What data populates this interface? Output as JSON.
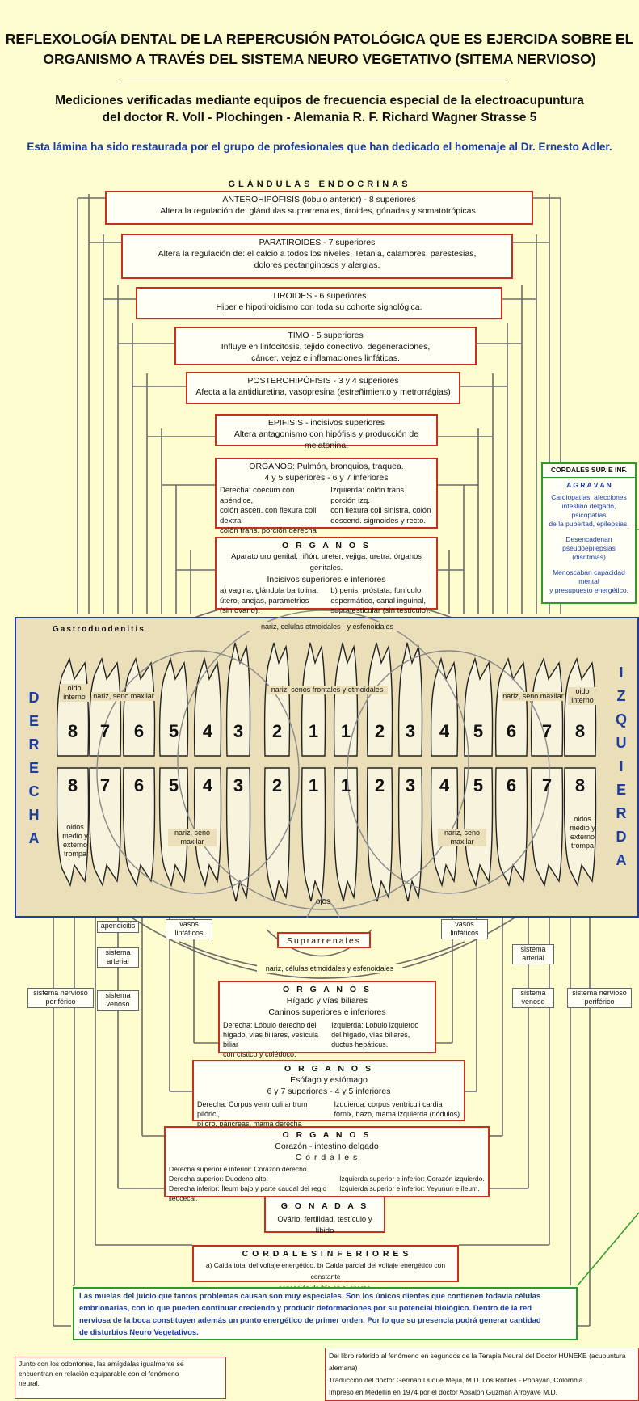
{
  "title": [
    "REFLEXOLOGÍA DENTAL DE LA  REPERCUSIÓN PATOLÓGICA QUE ES EJERCIDA SOBRE EL",
    "ORGANISMO A TRAVÉS DEL SISTEMA NEURO VEGETATIVO (SITEMA NERVIOSO)"
  ],
  "subtitle": [
    "Mediciones verificadas mediante equipos de frecuencia especial de la electroacupuntura",
    "del doctor R. Voll -  Plochingen - Alemania  R. F.   Richard  Wagner Strasse 5"
  ],
  "restoration": "Esta lámina ha sido restaurada por el grupo de profesionales que han dedicado el homenaje al Dr. Ernesto Adler.",
  "glandulas_title": "GLÁNDULAS   ENDOCRINAS",
  "upper_boxes": {
    "antero": [
      "ANTEROHIPÓFISIS (lóbulo anterior) - 8 superiores",
      "Altera la regulación de: glándulas suprarrenales, tiroides, gónadas y somatotrópicas."
    ],
    "paratiroides": [
      "PARATIROIDES - 7 superiores",
      "Altera la regulación de: el calcio a todos los niveles. Tetania, calambres, parestesias,",
      "dolores pectanginosos y alergias."
    ],
    "tiroides": [
      "TIROIDES - 6 superiores",
      "Hiper e hipotiroidismo con toda su cohorte signológica."
    ],
    "timo": [
      "TIMO - 5 superiores",
      "Influye en linfocitosis, tejido conectivo, degeneraciones,",
      "cáncer, vejez e inflamaciones linfáticas."
    ],
    "postero": [
      "POSTEROHIPÓFISIS - 3 y 4 superiores",
      "Afecta a la antidiuretina, vasopresina (estreñimiento y metrorrágias)"
    ],
    "epifisis": [
      "EPIFISIS - incisivos superiores",
      "Altera antagonismo con hipófisis y producción de melatonina."
    ],
    "pulmon": {
      "lines": [
        "ORGANOS: Pulmón, bronquios, traquea.",
        "4 y 5 superiores - 6 y 7 inferiores"
      ],
      "left": [
        "Derecha: coecum con apéndice,",
        "colón ascen. con flexura coli dextra",
        "colón trans. porción derecha"
      ],
      "right": [
        "Izquierda: colón trans. porción izq.",
        "con flexura coli sinistra, colón",
        "descend. sigmoides y recto."
      ]
    },
    "urogenital": {
      "lines": [
        "O R G A N O S",
        "Aparato uro genital, riñón, ureter, vejiga, uretra, órganos genitales.",
        "Incisivos superiores e inferiores"
      ],
      "left": [
        "a) vagina, glándula bartolina,",
        "útero, anejas, parametrios",
        "(sin ovario)."
      ],
      "right": [
        "b) penis, próstata, funículo",
        "espermático, canal inguinal,",
        "supratesticular (sin testículo)."
      ]
    }
  },
  "cordales_sup": {
    "title": "CORDALES SUP. E INF.",
    "agravan": "A G R A V A N",
    "p1": [
      "Cardiopatías, afecciones",
      "intestino delgado, psicopatías",
      "de la pubertad, epilepsias."
    ],
    "p2": [
      "Desencadenan",
      "pseudoepilepsias (disritmias)"
    ],
    "p3": [
      "Menoscaban capacidad mental",
      "y presupuesto energético."
    ]
  },
  "band": {
    "gastro": "Gastroduodenitis",
    "nariz_top": "nariz, celulas etmoidales - y esfenoidales",
    "nariz_frontales": "nariz, senos frontales y etmoidales",
    "oido_r": [
      "oido",
      "interno"
    ],
    "oido_l": [
      "oido",
      "interno"
    ],
    "nariz_seno_r": "nariz, seno maxilar",
    "nariz_seno_l": "nariz, seno maxilar",
    "oidos_medio_r": [
      "oidos",
      "medio y",
      "externo",
      "trompa"
    ],
    "oidos_medio_l": [
      "oidos",
      "medio y",
      "externo",
      "trompa"
    ],
    "nariz_seno_maxilar_r": [
      "nariz, seno",
      "maxilar"
    ],
    "nariz_seno_maxilar_l": [
      "nariz, seno",
      "maxilar"
    ],
    "ojos": "ojos",
    "derecha": [
      "D",
      "E",
      "R",
      "E",
      "C",
      "H",
      "A"
    ],
    "izquierda": [
      "I",
      "Z",
      "Q",
      "U",
      "I",
      "E",
      "R",
      "D",
      "A"
    ],
    "upper_numbers": [
      "8",
      "7",
      "6",
      "5",
      "4",
      "3",
      "2",
      "1",
      "1",
      "2",
      "3",
      "4",
      "5",
      "6",
      "7",
      "8"
    ],
    "lower_numbers": [
      "8",
      "7",
      "6",
      "5",
      "4",
      "3",
      "2",
      "1",
      "1",
      "2",
      "3",
      "4",
      "5",
      "6",
      "7",
      "8"
    ]
  },
  "lower_side": {
    "apendicitis": "apendicitis",
    "vasos_r": [
      "vasos",
      "linfáticos"
    ],
    "vasos_l": [
      "vasos",
      "linfáticos"
    ],
    "sistema_arterial_r": [
      "sistema",
      "arterial"
    ],
    "sistema_arterial_l": [
      "sistema",
      "arterial"
    ],
    "sistema_venoso_r": [
      "sistema",
      "venoso"
    ],
    "sistema_venoso_l": [
      "sistema",
      "venoso"
    ],
    "nervioso_r": [
      "sistema nervioso",
      "periférico"
    ],
    "nervioso_l": [
      "sistema nervioso",
      "periférico"
    ],
    "suprarrenales": "Suprarrenales",
    "nariz_bottom": "nariz, células etmoidales y esfenoidales"
  },
  "lower_boxes": {
    "higado": {
      "lines": [
        "O R G A N O S",
        "Hígado y vías biliares",
        "Caninos superiores e inferiores"
      ],
      "left": [
        "Derecha: Lóbulo derecho del",
        "hígado, vías biliares, vesícula biliar",
        "con cístico y colédoco."
      ],
      "right": [
        "Izquierda: Lóbulo izquierdo",
        "del hígado, vías biliares,",
        "ductus hepáticus."
      ]
    },
    "esofago": {
      "lines": [
        "O R G A N O S",
        "Esófago y estómago",
        "6 y 7 superiores - 4 y 5 inferiores"
      ],
      "left": [
        "Derecha: Corpus ventriculi antrum pilórici,",
        "píloro, páncreas, mama derecha (nódulos)"
      ],
      "right": [
        "Izquierda: corpus ventriculi cardia",
        "fornix, bazo, mama izquierda (nódulos)"
      ]
    },
    "corazon": {
      "lines": [
        "O R G A N O S",
        "Corazón - intestino delgado",
        "C o r d a l e s"
      ],
      "left": [
        "Derecha superior e inferior: Corazón derecho.",
        "Derecha superior: Duodeno alto.",
        "Derecha inferior: Íleum bajo y parte caudal del regio ileocecal."
      ],
      "right": [
        "Izquierda superior e inferior: Corazón izquierdo.",
        "Izquierda superior e inferior: Yeyunun e íleum."
      ]
    },
    "gonadas": [
      "G O N A D A S",
      "Ovário, fertilidad, testículo y líbido"
    ],
    "cordales_inf": [
      "C O R D A L E S   I N F E R I O R E S",
      "a) Caida total del voltaje energético.   b) Caida parcial del voltaje energético con constante",
      "sensación de frío en el cuerpo."
    ]
  },
  "green_note": [
    "Las muelas del juicio que tantos problemas causan son muy especiales. Son los únicos dientes que contienen todavía células",
    "embrionarias, con lo que pueden continuar creciendo y producir deformaciones por su potencial biológico.  Dentro de la red",
    "nerviosa de la boca constituyen además un punto energético de primer orden. Por lo que su presencia podrá generar cantidad",
    "de disturbios Neuro Vegetativos."
  ],
  "footer_left": [
    "Junto con los odontones, las amígdalas igualmente se",
    "encuentran en relación equiparable con el fenómeno",
    "neural."
  ],
  "footer_right": [
    "Del libro referido al fenómeno en segundos de la Terapia Neural del Doctor HUNEKE (acupuntura alemana)",
    "Traducción del doctor Germán Duque Mejía, M.D.  Los Robles - Popayán, Colombia.",
    "Impreso en Medellín en 1974 por el doctor Absalón Guzmán Arroyave M.D."
  ],
  "colors": {
    "background": "#fefdcf",
    "red_border": "#c8301e",
    "blue": "#1d3ea0",
    "green": "#2d9a2d",
    "band": "#eadfb8"
  }
}
